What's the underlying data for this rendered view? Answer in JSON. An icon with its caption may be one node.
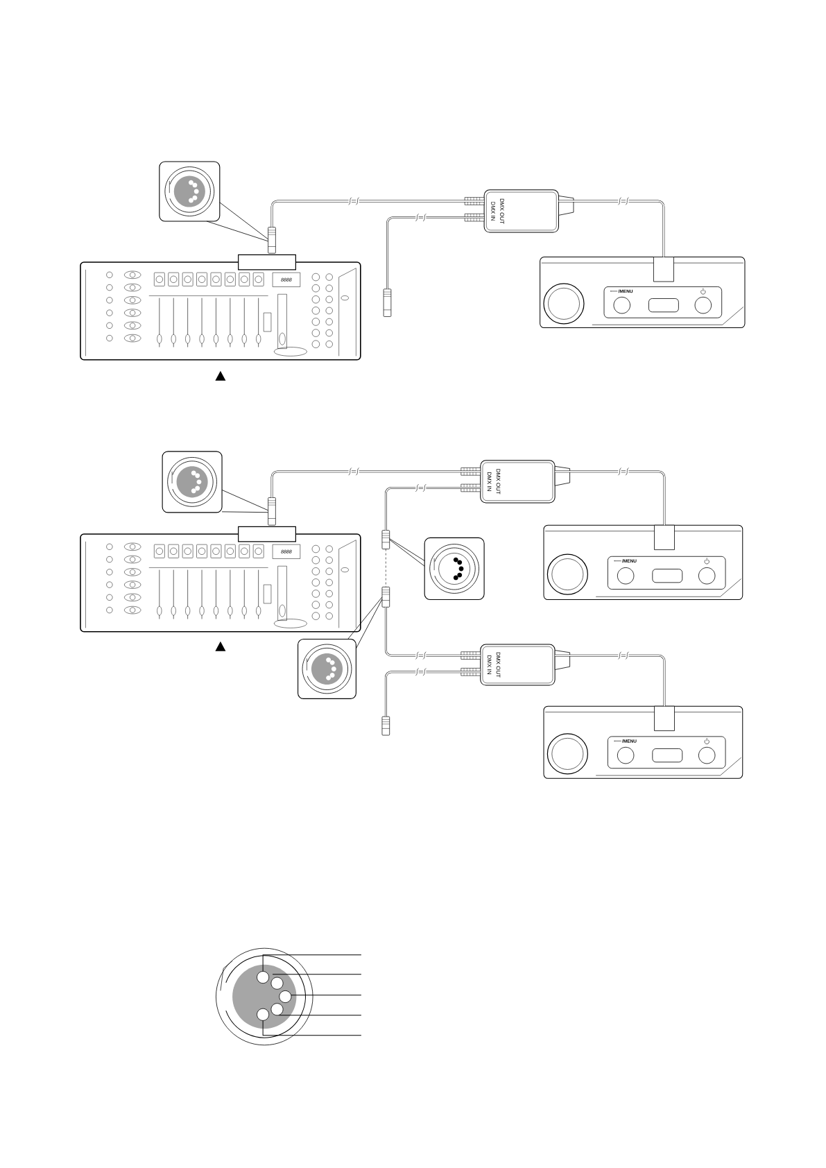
{
  "diagram": {
    "nodes": [
      {
        "text": [],
        "shape": "box"
      },
      {
        "text": [
          "DMX IN",
          "DMX OUT"
        ]
      },
      {
        "text": [
          "8888"
        ]
      },
      {
        "text": [
          "/MENU"
        ]
      },
      {
        "text": [],
        "shape": "box"
      },
      {
        "text": [
          "DMX IN",
          "DMX OUT"
        ]
      },
      {
        "text": [
          "8888"
        ]
      },
      {
        "text": [
          "/MENU"
        ]
      },
      {
        "text": [],
        "shape": "box"
      },
      {
        "text": [],
        "shape": "box"
      },
      {
        "text": [
          "DMX IN",
          "DMX OUT"
        ]
      },
      {
        "text": [
          "/MENU"
        ]
      },
      {
        "text": [],
        "shape": "connector"
      },
      {
        "text": [],
        "shape": "connector"
      },
      {
        "text": [],
        "shape": "connector"
      },
      {
        "text": [],
        "shape": "connector"
      },
      {
        "text": [],
        "shape": "connector"
      },
      {
        "text": [],
        "shape": "connector"
      }
    ],
    "edges": [
      {
        "from": 12,
        "to": 1,
        "arrow": "none"
      },
      {
        "from": 1,
        "to": 3,
        "arrow": "none"
      },
      {
        "from": 1,
        "to": 13,
        "arrow": "none"
      },
      {
        "from": 0,
        "to": 12,
        "arrow": "none"
      },
      {
        "from": 0,
        "to": 12,
        "arrow": "none"
      },
      {
        "from": 14,
        "to": 5,
        "arrow": "none"
      },
      {
        "from": 5,
        "to": 7,
        "arrow": "none"
      },
      {
        "from": 5,
        "to": 15,
        "arrow": "none"
      },
      {
        "from": 15,
        "to": 16,
        "arrow": "none",
        "style": "dashed"
      },
      {
        "from": 16,
        "to": 10,
        "arrow": "none"
      },
      {
        "from": 4,
        "to": 14,
        "arrow": "none"
      },
      {
        "from": 4,
        "to": 14,
        "arrow": "none"
      },
      {
        "from": 8,
        "to": 15,
        "arrow": "none"
      },
      {
        "from": 8,
        "to": 15,
        "arrow": "none"
      },
      {
        "from": 9,
        "to": 16,
        "arrow": "none"
      },
      {
        "from": 9,
        "to": 16,
        "arrow": "none"
      },
      {
        "from": 10,
        "to": 11,
        "arrow": "none"
      },
      {
        "from": 10,
        "to": 17,
        "arrow": "none"
      }
    ]
  }
}
